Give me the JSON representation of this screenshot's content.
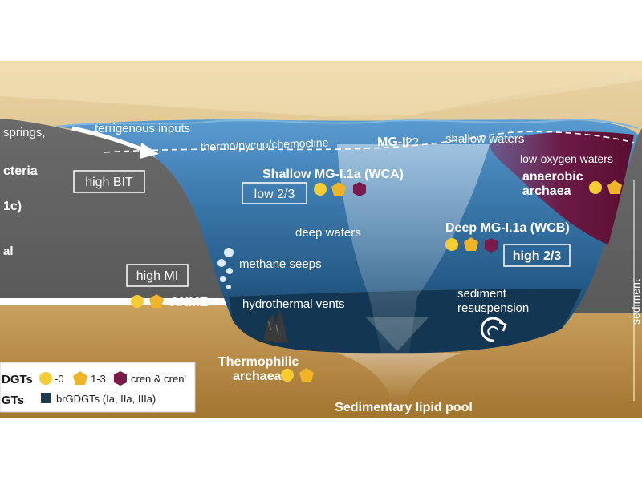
{
  "labels": {
    "springs": "springs,",
    "cteria": "cteria",
    "onec": "1c)",
    "al": "al",
    "terrigenous_inputs": "terrigenous inputs",
    "thermocline": "thermo/pycno/chemocline",
    "mg2": "MG-II",
    "mg2_q": "??",
    "shallow_waters": "shallow waters",
    "low_oxygen": "low-oxygen waters",
    "anaerobic_line1": "anaerobic",
    "anaerobic_line2": "archaea",
    "high_bit": "high BIT",
    "shallow_mg1a": "Shallow MG-I.1a (WCA)",
    "low_23": "low 2/3",
    "deep_waters": "deep waters",
    "deep_mg1a": "Deep MG-I.1a (WCB)",
    "high_23": "high 2/3",
    "high_mi": "high MI",
    "methane_seeps": "methane seeps",
    "anme": "ANME",
    "hydrothermal_vents": "hydrothermal vents",
    "sediment_resuspension_1": "sediment",
    "sediment_resuspension_2": "resuspension",
    "thermophilic_1": "Thermophilic",
    "thermophilic_2": "archaea",
    "sedimentary_pool": "Sedimentary lipid pool",
    "sediment_side": "sediment"
  },
  "legend": {
    "row1_label": "DGTs",
    "item0": "-0",
    "item13": "1-3",
    "item_cren": "cren & cren'",
    "row2_label": "GTs",
    "brgdgt": "brGDGTs (Ia, IIa, IIIa)"
  },
  "colors": {
    "sky": "#e9d6a8",
    "land": "#6d6d6d",
    "water_surface": "#4d8fc4",
    "water_deep": "#123a5c",
    "sediment": "#b88a4a",
    "anoxic": "#6b1238",
    "yellow_marker": "#f5cc33",
    "gold_marker": "#f0b429",
    "cren_marker": "#7a1a4a",
    "brgdgt_marker": "#1e3a52"
  }
}
